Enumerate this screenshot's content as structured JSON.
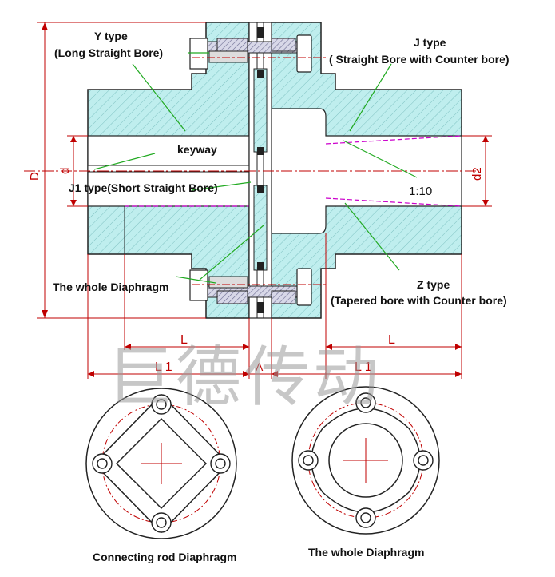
{
  "labels": {
    "y_type_line1": "Y type",
    "y_type_line2": "(Long Straight Bore)",
    "j_type_line1": "J type",
    "j_type_line2": "( Straight Bore with Counter bore)",
    "keyway": "keyway",
    "j1_type": "J1 type(Short Straight Bore)",
    "taper_ratio": "1:10",
    "whole_diaphragm_side": "The whole Diaphragm",
    "z_type_line1": "Z type",
    "z_type_line2": "(Tapered bore with Counter bore)",
    "caption_left": "Connecting rod Diaphragm",
    "caption_right": "The whole Diaphragm"
  },
  "dimensions": {
    "D": "D",
    "d": "d",
    "d2": "d2",
    "L_left": "L",
    "L1_left": "L 1",
    "A": "A",
    "L_right": "L",
    "L1_right": "L 1"
  },
  "watermark": "巨德传动",
  "colors": {
    "body_fill": "#bfeeee",
    "outline": "#222222",
    "dimension": "#c00000",
    "leader": "#22aa22",
    "taper": "#cc00cc",
    "bolt_fill": "#8a8aa8"
  }
}
